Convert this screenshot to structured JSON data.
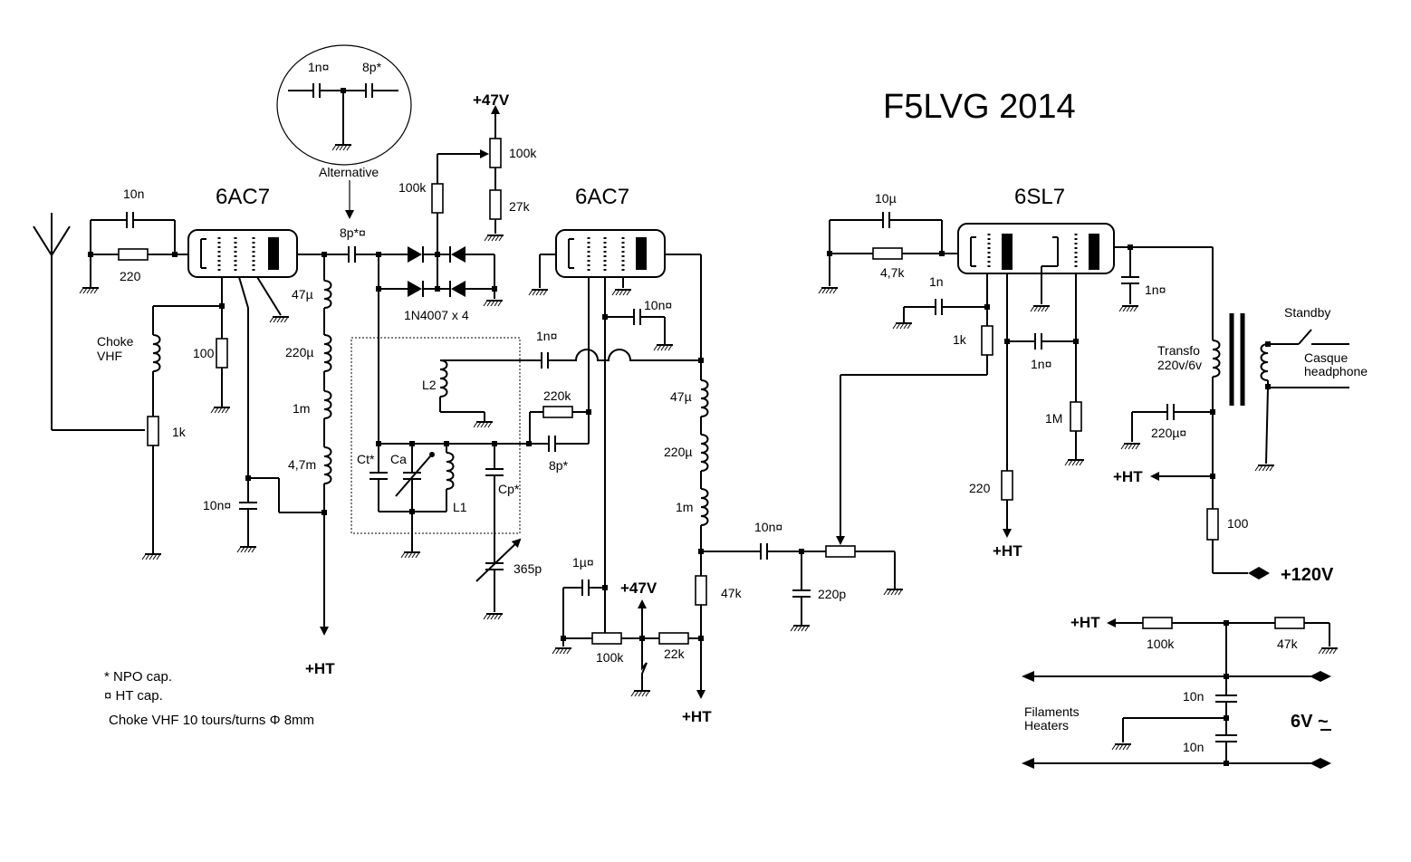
{
  "title": "F5LVG   2014",
  "tubes": {
    "v1": "6AC7",
    "v2": "6AC7",
    "v3": "6SL7"
  },
  "alternative": {
    "label": "Alternative",
    "cap1": "1n¤",
    "cap2": "8p*"
  },
  "labels": {
    "c_10n_v1": "10n",
    "r_220_v1": "220",
    "choke_vhf": "Choke\nVHF",
    "r_100_v1": "100",
    "pot_1k_v1": "1k",
    "c_10n_ht_v1": "10n¤",
    "ind_47u_v1": "47µ",
    "ind_220u_v1": "220µ",
    "ind_1m_v1": "1m",
    "ind_4_7m_v1": "4,7m",
    "ht_v1": "+HT",
    "c_8p_coupling": "8p*¤",
    "v47_top": "+47V",
    "pot_100k_top": "100k",
    "r_100k_top": "100k",
    "r_27k_top": "27k",
    "diodes": "1N4007 x 4",
    "c_10n_v2": "10n¤",
    "c_1n_v2": "1n¤",
    "l2": "L2",
    "r_220k": "220k",
    "c_8p_v2": "8p*",
    "ct": "Ct*",
    "ca": "Ca",
    "l1": "L1",
    "cp": "Cp*",
    "c_365p": "365p",
    "ind_47u_v2": "47µ",
    "ind_220u_v2": "220µ",
    "ind_1m_v2": "1m",
    "c_1u": "1µ¤",
    "v47_mid": "+47V",
    "pot_100k_mid": "100k",
    "r_22k": "22k",
    "r_47k_v2": "47k",
    "ht_v2": "+HT",
    "c_10n_out": "10n¤",
    "c_220p": "220p",
    "c_10u_v3": "10µ",
    "r_4_7k": "4,7k",
    "c_1n_v3": "1n",
    "r_1k_v3": "1k",
    "c_1n_v3b": "1n¤",
    "r_1m": "1M",
    "r_220_v3": "220",
    "ht_v3": "+HT",
    "c_1n_plate": "1n¤",
    "standby": "Standby",
    "transfo": "Transfo\n220v/6v",
    "casque": "Casque\nheadphone",
    "c_220u": "220µ¤",
    "ht_v3b": "+HT",
    "r_100_v3": "100",
    "v120": "+120V",
    "ht_bias": "+HT",
    "r_100k_bias": "100k",
    "r_47k_bias": "47k",
    "filaments": "Filaments\nHeaters",
    "c_10n_fil1": "10n",
    "c_10n_fil2": "10n",
    "v6": "6V ~"
  },
  "notes": {
    "npo": "*  NPO cap.",
    "ht_cap": "¤  HT cap.",
    "choke": "Choke VHF 10 tours/turns Φ 8mm"
  }
}
